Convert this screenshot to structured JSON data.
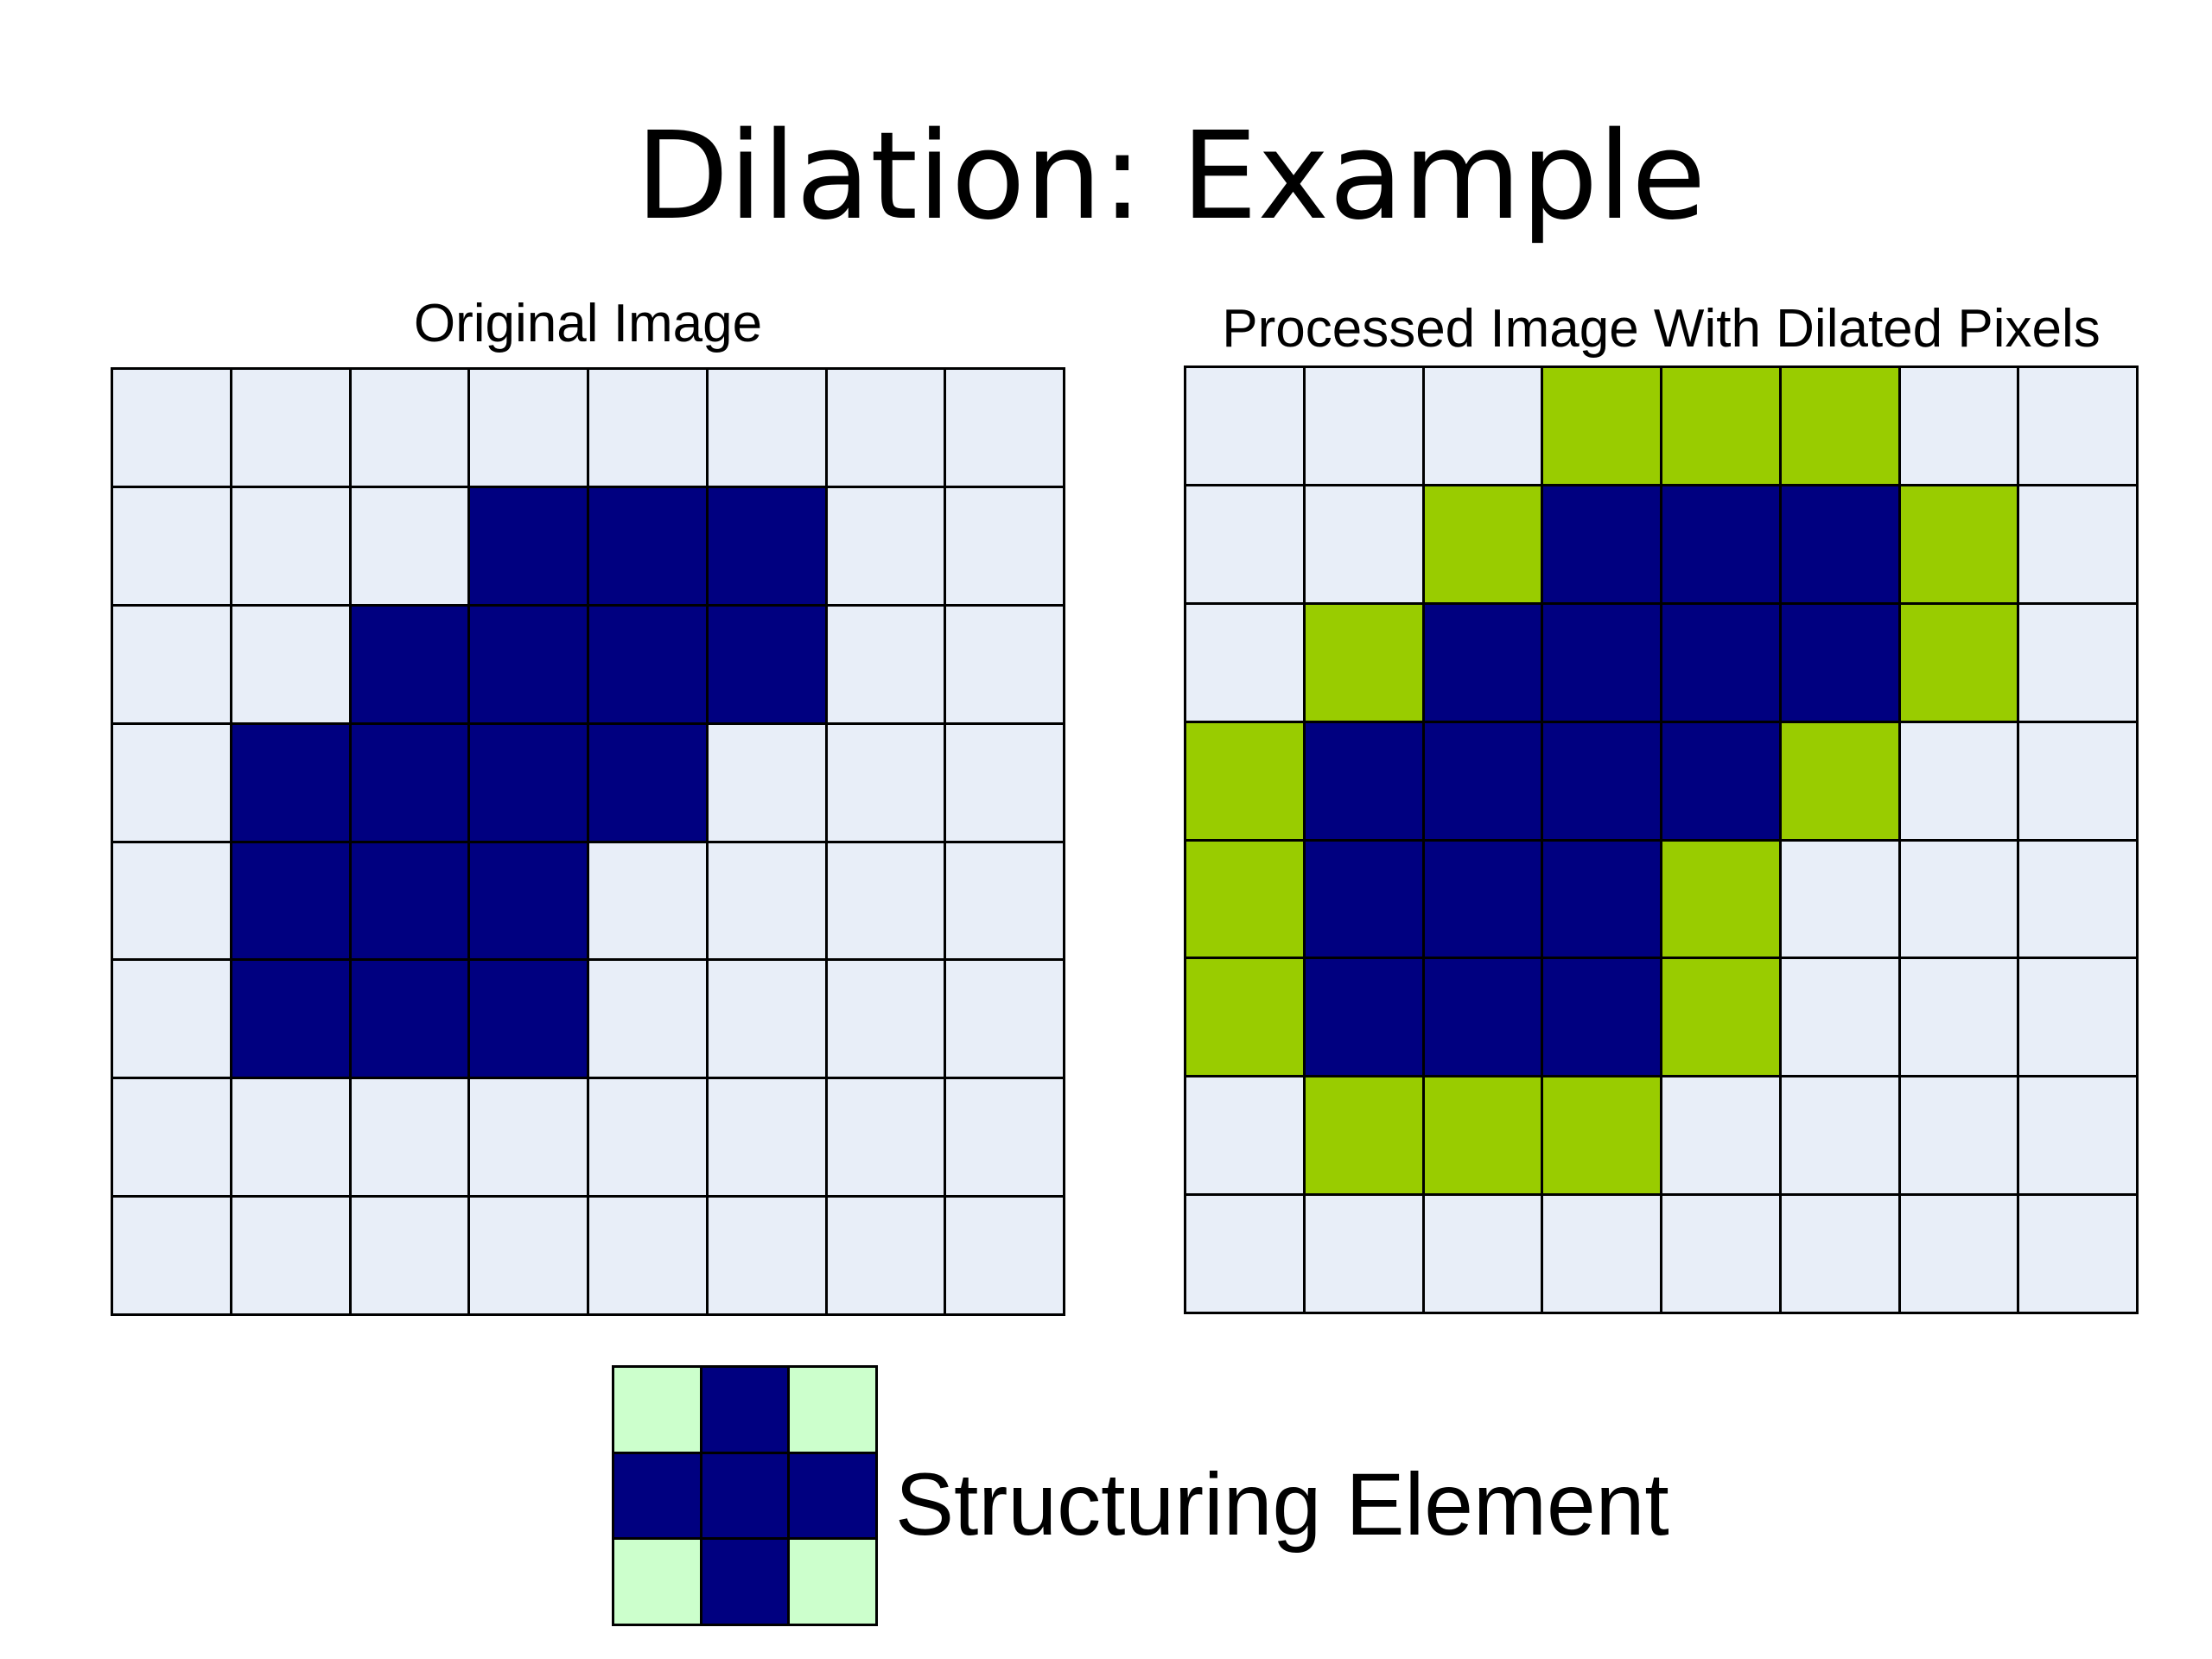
{
  "title": "Dilation: Example",
  "colors": {
    "background": "#e8eef8",
    "foreground": "#000080",
    "dilated": "#99cc00",
    "se_off": "#ccffcc",
    "gridline": "#000000"
  },
  "original_image": {
    "caption": "Original Image",
    "rows": [
      [
        0,
        0,
        0,
        0,
        0,
        0,
        0,
        0
      ],
      [
        0,
        0,
        0,
        1,
        1,
        1,
        0,
        0
      ],
      [
        0,
        0,
        1,
        1,
        1,
        1,
        0,
        0
      ],
      [
        0,
        1,
        1,
        1,
        1,
        0,
        0,
        0
      ],
      [
        0,
        1,
        1,
        1,
        0,
        0,
        0,
        0
      ],
      [
        0,
        1,
        1,
        1,
        0,
        0,
        0,
        0
      ],
      [
        0,
        0,
        0,
        0,
        0,
        0,
        0,
        0
      ],
      [
        0,
        0,
        0,
        0,
        0,
        0,
        0,
        0
      ]
    ]
  },
  "processed_image": {
    "caption": "Processed Image With Dilated Pixels",
    "rows": [
      [
        0,
        0,
        0,
        2,
        2,
        2,
        0,
        0
      ],
      [
        0,
        0,
        2,
        1,
        1,
        1,
        2,
        0
      ],
      [
        0,
        2,
        1,
        1,
        1,
        1,
        2,
        0
      ],
      [
        2,
        1,
        1,
        1,
        1,
        2,
        0,
        0
      ],
      [
        2,
        1,
        1,
        1,
        2,
        0,
        0,
        0
      ],
      [
        2,
        1,
        1,
        1,
        2,
        0,
        0,
        0
      ],
      [
        0,
        2,
        2,
        2,
        0,
        0,
        0,
        0
      ],
      [
        0,
        0,
        0,
        0,
        0,
        0,
        0,
        0
      ]
    ]
  },
  "structuring_element": {
    "label": "Structuring Element",
    "rows": [
      [
        3,
        1,
        3
      ],
      [
        1,
        1,
        1
      ],
      [
        3,
        1,
        3
      ]
    ]
  }
}
